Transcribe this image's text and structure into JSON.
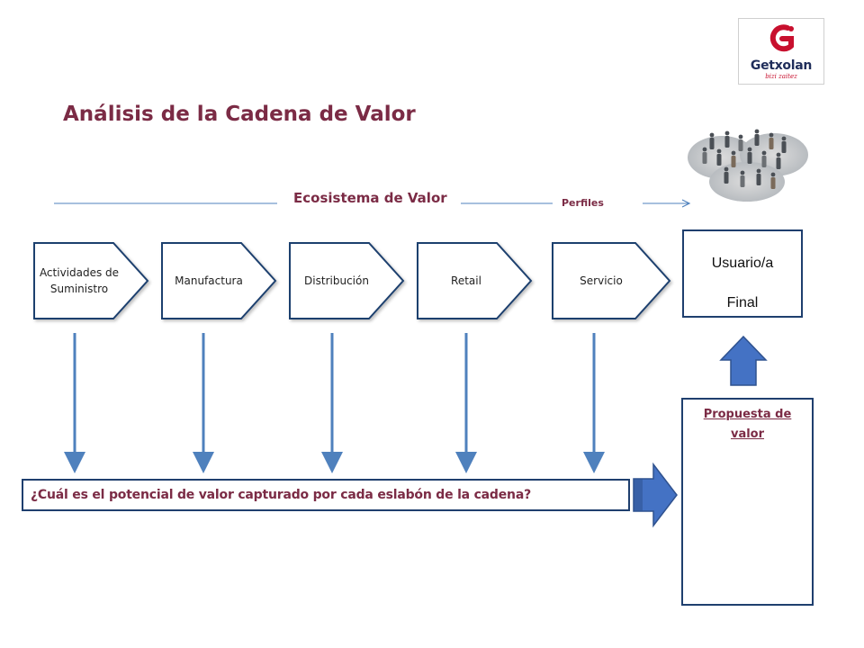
{
  "logo": {
    "brand": "Getxolan",
    "tagline": "bizi zaitez"
  },
  "title": "Análisis de la Cadena de Valor",
  "ecosystem_label": "Ecosistema de Valor",
  "profiles_label": "Perfiles",
  "stages": [
    {
      "label": "Actividades de Suministro"
    },
    {
      "label": "Manufactura"
    },
    {
      "label": "Distribución"
    },
    {
      "label": "Retail"
    },
    {
      "label": "Servicio"
    }
  ],
  "end_user": {
    "line1": "Usuario/a",
    "line2": "Final"
  },
  "value_proposition": "Propuesta de valor",
  "question": "¿Cuál es el potencial de valor capturado por cada eslabón de la cadena?",
  "colors": {
    "accent": "#7b2b45",
    "border": "#1f3f6e",
    "arrow": "#4f81bd",
    "big_arrow": "#4472c4",
    "logo_red": "#c8102e",
    "logo_navy": "#1f2d5a"
  }
}
